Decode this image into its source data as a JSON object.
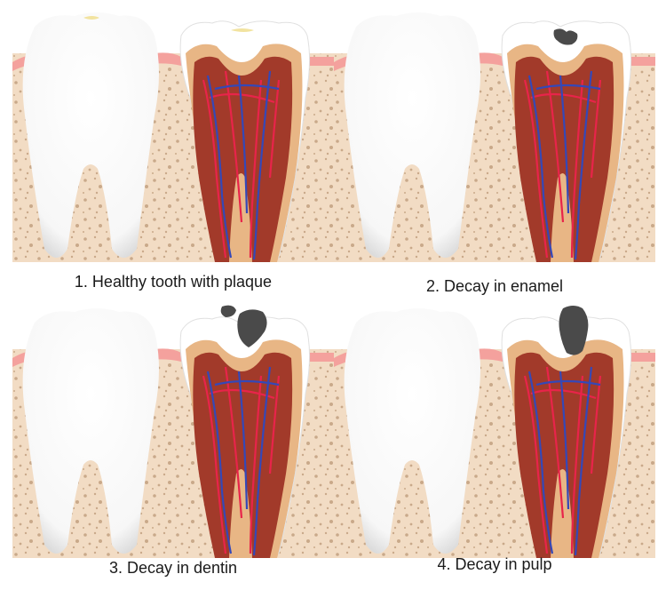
{
  "colors": {
    "bone": "#f2dcc4",
    "bone_dot": "#c9a98a",
    "gum": "#f4a19d",
    "enamel": "#ffffff",
    "dentin": "#e8b685",
    "pulp": "#a23a2a",
    "pulp_dark": "#8a2e20",
    "artery": "#e8244a",
    "vein": "#3448b8",
    "plaque": "#f2e3a0",
    "decay": "#4a4a4a"
  },
  "panels": [
    {
      "caption": "1. Healthy tooth with plaque",
      "stage": "plaque"
    },
    {
      "caption": "2. Decay in enamel",
      "stage": "enamel"
    },
    {
      "caption": "3. Decay in dentin",
      "stage": "dentin"
    },
    {
      "caption": "4. Decay in pulp",
      "stage": "pulp"
    }
  ]
}
